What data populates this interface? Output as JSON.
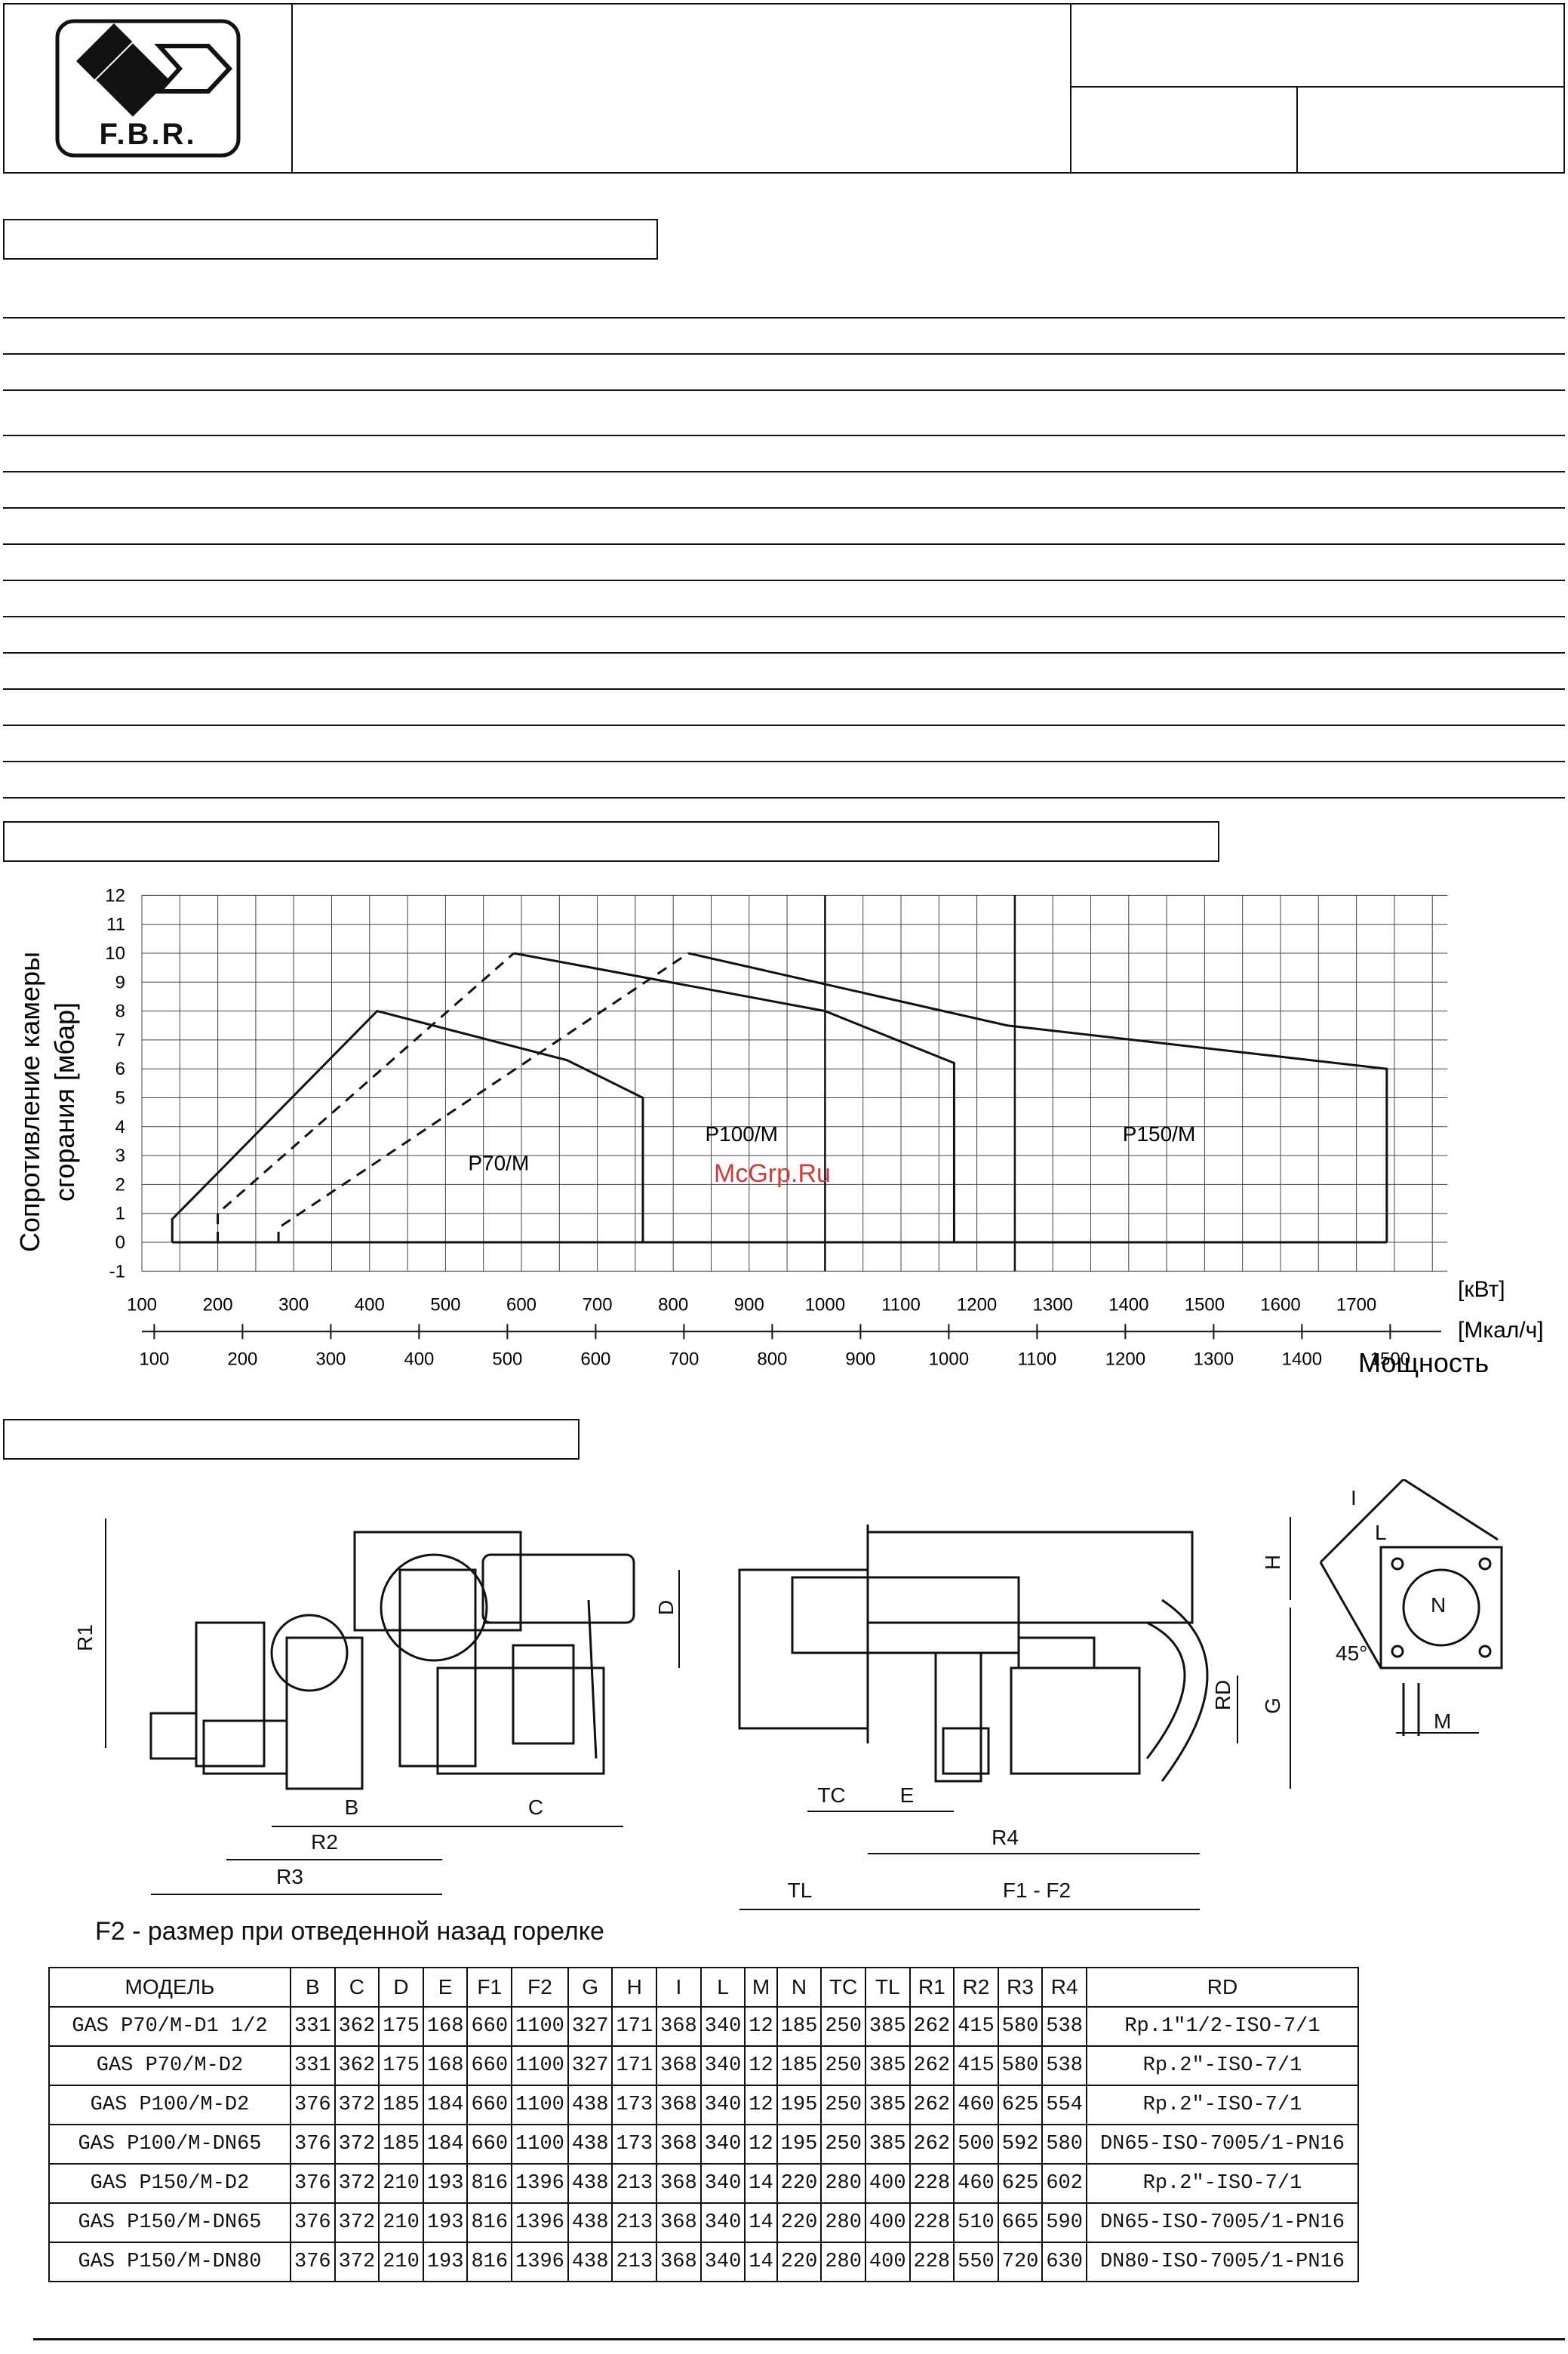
{
  "header": {
    "logo_text": "F.B.R."
  },
  "watermark": "McGrp.Ru",
  "chart_data": {
    "type": "line",
    "ylabel": "Сопротивление камеры сгорания [мбар]",
    "xlabel": "Мощность",
    "x_unit_kw": "[кВт]",
    "x_unit_mcal": "[Мкал/ч]",
    "ylim": [
      -1,
      12
    ],
    "xlim_kw": [
      100,
      1800
    ],
    "y_ticks": [
      "12",
      "11",
      "10",
      "9",
      "8",
      "7",
      "6",
      "5",
      "4",
      "3",
      "2",
      "1",
      "0",
      "-1"
    ],
    "x_ticks_kw": [
      "100",
      "200",
      "300",
      "400",
      "500",
      "600",
      "700",
      "800",
      "900",
      "1000",
      "1100",
      "1200",
      "1300",
      "1400",
      "1500",
      "1600",
      "1700"
    ],
    "x_ticks_mcal": [
      "100",
      "200",
      "300",
      "400",
      "500",
      "600",
      "700",
      "800",
      "900",
      "1000",
      "1100",
      "1200",
      "1300",
      "1400",
      "1500"
    ],
    "grid": true,
    "series": [
      {
        "name": "P70/M",
        "style": "solid",
        "points": [
          [
            140,
            0
          ],
          [
            140,
            0.8
          ],
          [
            410,
            8
          ],
          [
            660,
            6.3
          ],
          [
            760,
            5
          ],
          [
            760,
            0
          ]
        ]
      },
      {
        "name": "P70/M-start",
        "style": "dashed",
        "points": [
          [
            200,
            0
          ],
          [
            200,
            1
          ],
          [
            590,
            10
          ]
        ]
      },
      {
        "name": "P100/M",
        "style": "solid",
        "points": [
          [
            590,
            10
          ],
          [
            1000,
            8
          ],
          [
            1170,
            6.2
          ],
          [
            1170,
            0
          ]
        ]
      },
      {
        "name": "P100/M-start",
        "style": "dashed",
        "points": [
          [
            280,
            0
          ],
          [
            280,
            0.5
          ],
          [
            820,
            10
          ]
        ]
      },
      {
        "name": "P150/M",
        "style": "solid",
        "points": [
          [
            820,
            10
          ],
          [
            1240,
            7.5
          ],
          [
            1740,
            6
          ],
          [
            1740,
            0
          ]
        ]
      }
    ],
    "annotations": [
      {
        "text": "P70/M",
        "x": 570,
        "y": 2.5
      },
      {
        "text": "P100/M",
        "x": 890,
        "y": 3.5
      },
      {
        "text": "P150/M",
        "x": 1440,
        "y": 3.5
      }
    ]
  },
  "drawing": {
    "caption": "F2 - размер при отведенной назад горелке",
    "labels": [
      "R1",
      "B",
      "C",
      "R2",
      "R3",
      "D",
      "TC",
      "E",
      "R4",
      "TL",
      "F1 - F2",
      "H",
      "RD",
      "G",
      "L",
      "I",
      "N",
      "45°",
      "M"
    ]
  },
  "table": {
    "headers": [
      "МОДЕЛЬ",
      "B",
      "C",
      "D",
      "E",
      "F1",
      "F2",
      "G",
      "H",
      "I",
      "L",
      "M",
      "N",
      "TC",
      "TL",
      "R1",
      "R2",
      "R3",
      "R4",
      "RD"
    ],
    "rows": [
      [
        "GAS P70/M-D1 1/2",
        "331",
        "362",
        "175",
        "168",
        "660",
        "1100",
        "327",
        "171",
        "368",
        "340",
        "12",
        "185",
        "250",
        "385",
        "262",
        "415",
        "580",
        "538",
        "Rp.1\"1/2-ISO-7/1"
      ],
      [
        "GAS P70/M-D2",
        "331",
        "362",
        "175",
        "168",
        "660",
        "1100",
        "327",
        "171",
        "368",
        "340",
        "12",
        "185",
        "250",
        "385",
        "262",
        "415",
        "580",
        "538",
        "Rp.2\"-ISO-7/1"
      ],
      [
        "GAS P100/M-D2",
        "376",
        "372",
        "185",
        "184",
        "660",
        "1100",
        "438",
        "173",
        "368",
        "340",
        "12",
        "195",
        "250",
        "385",
        "262",
        "460",
        "625",
        "554",
        "Rp.2\"-ISO-7/1"
      ],
      [
        "GAS P100/M-DN65",
        "376",
        "372",
        "185",
        "184",
        "660",
        "1100",
        "438",
        "173",
        "368",
        "340",
        "12",
        "195",
        "250",
        "385",
        "262",
        "500",
        "592",
        "580",
        "DN65-ISO-7005/1-PN16"
      ],
      [
        "GAS P150/M-D2",
        "376",
        "372",
        "210",
        "193",
        "816",
        "1396",
        "438",
        "213",
        "368",
        "340",
        "14",
        "220",
        "280",
        "400",
        "228",
        "460",
        "625",
        "602",
        "Rp.2\"-ISO-7/1"
      ],
      [
        "GAS P150/M-DN65",
        "376",
        "372",
        "210",
        "193",
        "816",
        "1396",
        "438",
        "213",
        "368",
        "340",
        "14",
        "220",
        "280",
        "400",
        "228",
        "510",
        "665",
        "590",
        "DN65-ISO-7005/1-PN16"
      ],
      [
        "GAS P150/M-DN80",
        "376",
        "372",
        "210",
        "193",
        "816",
        "1396",
        "438",
        "213",
        "368",
        "340",
        "14",
        "220",
        "280",
        "400",
        "228",
        "550",
        "720",
        "630",
        "DN80-ISO-7005/1-PN16"
      ]
    ]
  }
}
